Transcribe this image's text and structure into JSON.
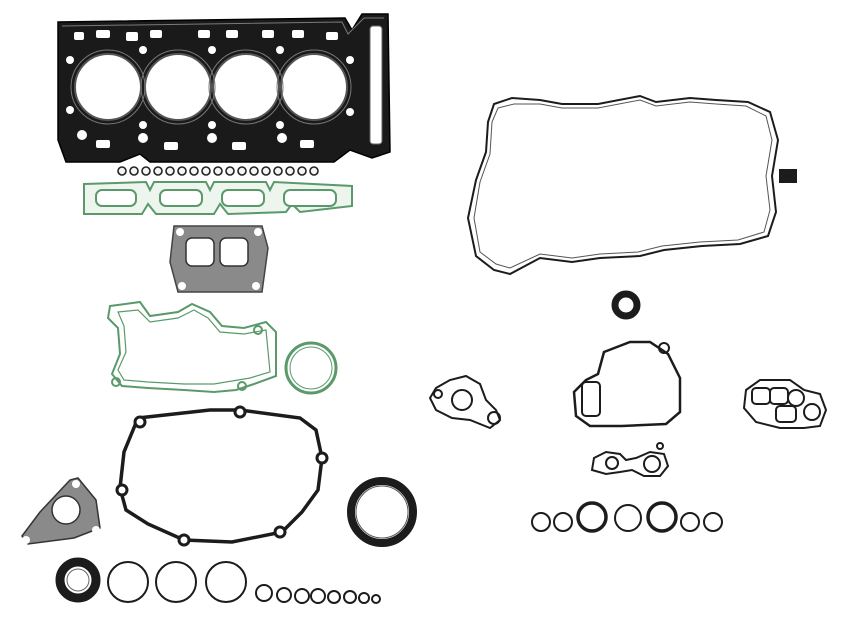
{
  "colors": {
    "background": "#ffffff",
    "steel": "#1a1a1a",
    "steel_highlight": "#7a7a7a",
    "green_bead": "#5a9a6a",
    "green_fill": "#eef5ee",
    "rubber": "#1c1c1c",
    "gray_plate": "#8a8a8a"
  },
  "parts": [
    {
      "name": "cylinder-head-gasket",
      "kind": "multi-layer steel"
    },
    {
      "name": "valve-stem-seals",
      "kind": "rubber rings"
    },
    {
      "name": "intake-manifold-gasket",
      "kind": "green beaded"
    },
    {
      "name": "throttle-body-gasket",
      "kind": "steel plate"
    },
    {
      "name": "valve-cover-gasket",
      "kind": "rubber loop"
    },
    {
      "name": "water-pump-gasket",
      "kind": "green beaded"
    },
    {
      "name": "thermostat-o-ring",
      "kind": "green ring"
    },
    {
      "name": "timing-cover-gasket",
      "kind": "rubber loop"
    },
    {
      "name": "rear-main-seal",
      "kind": "rubber seal"
    },
    {
      "name": "vacuum-pump-gasket",
      "kind": "steel plate"
    },
    {
      "name": "front-crank-seal",
      "kind": "rubber seal"
    },
    {
      "name": "oil-pan-gasket",
      "kind": "rubber loop"
    },
    {
      "name": "camshaft-seal",
      "kind": "rubber seal"
    },
    {
      "name": "oil-filter-housing-gasket",
      "kind": "rubber loop"
    },
    {
      "name": "oil-cooler-gasket-left",
      "kind": "rubber loop"
    },
    {
      "name": "oil-cooler-gasket-right",
      "kind": "rubber loop"
    },
    {
      "name": "turbo-oil-line-gasket",
      "kind": "rubber loop"
    },
    {
      "name": "o-ring-assortment",
      "kind": "rubber rings"
    }
  ]
}
